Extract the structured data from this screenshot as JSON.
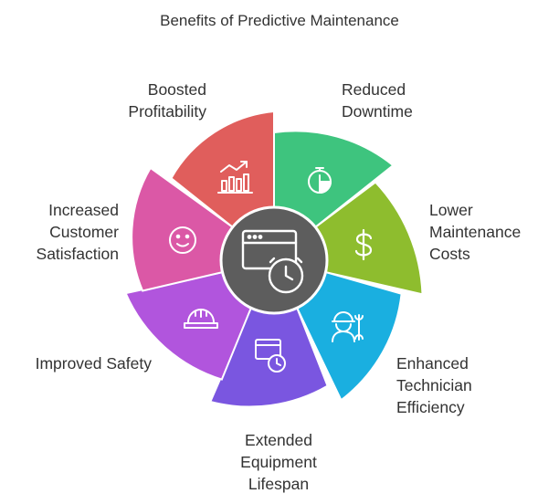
{
  "title": "Benefits of Predictive Maintenance",
  "center_icon": "calendar-clock-icon",
  "segments": [
    {
      "label": "Boosted\nProfitability",
      "color": "#e05e5c",
      "icon": "chart-growth-icon"
    },
    {
      "label": "Reduced\nDowntime",
      "color": "#3ec47e",
      "icon": "timer-icon"
    },
    {
      "label": "Lower\nMaintenance\nCosts",
      "color": "#8ebd2e",
      "icon": "dollar-icon"
    },
    {
      "label": "Enhanced\nTechnician\nEfficiency",
      "color": "#1aafe0",
      "icon": "technician-wrench-icon"
    },
    {
      "label": "Extended\nEquipment\nLifespan",
      "color": "#7a56e0",
      "icon": "window-clock-icon"
    },
    {
      "label": "Improved Safety",
      "color": "#b155dd",
      "icon": "hard-hat-icon"
    },
    {
      "label": "Increased\nCustomer\nSatisfaction",
      "color": "#db58a6",
      "icon": "smiley-icon"
    }
  ]
}
